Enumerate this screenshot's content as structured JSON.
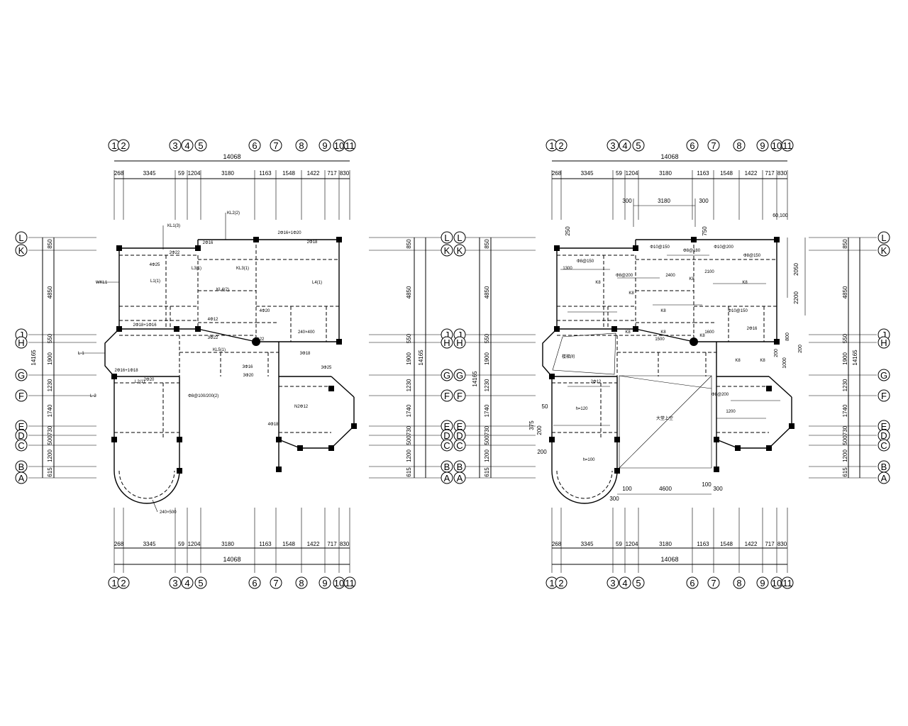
{
  "grid": {
    "col_labels": [
      "1",
      "2",
      "3",
      "4",
      "5",
      "6",
      "7",
      "8",
      "9",
      "10",
      "11"
    ],
    "col_spacing_labels": [
      "268",
      "3345",
      "59",
      "1204",
      "3180",
      "1163",
      "1548",
      "1422",
      "717",
      "830"
    ],
    "total_width_label": "14068",
    "row_labels": [
      "L",
      "K",
      "J",
      "H",
      "G",
      "F",
      "E",
      "D",
      "C",
      "B",
      "A"
    ],
    "row_spacing_labels": [
      "850",
      "4850",
      "550",
      "1900",
      "1230",
      "1740",
      "730",
      "500",
      "1200",
      "615"
    ],
    "total_height_label": "14165"
  },
  "left_plan": {
    "beam_labels": [
      "2Φ16",
      "2Φ16+1Φ20",
      "2Φ18",
      "3Φ16",
      "2Φ20",
      "3Φ20",
      "4Φ22",
      "4Φ20",
      "3Φ22",
      "2Φ18+1Φ16",
      "2Φ16+1Φ18",
      "4Φ25",
      "3Φ18",
      "2Φ22",
      "3Φ25",
      "4Φ18",
      "4Φ12"
    ],
    "annotations": [
      "KL1(3)",
      "KL2(2)",
      "KL3(1)",
      "L1(1)",
      "L2(1)",
      "L3(1)",
      "L4(1)",
      "KL4(2)",
      "KL5(1)",
      "WKL1",
      "L-1",
      "L-2",
      "Φ8@100/200(2)",
      "240×500",
      "240×400",
      "N2Φ12"
    ]
  },
  "right_plan": {
    "extra_dims": [
      "300",
      "3180",
      "300",
      "60,100",
      "250",
      "750",
      "2050",
      "2200",
      "800",
      "200",
      "200",
      "1000",
      "100",
      "4600",
      "100",
      "300",
      "300",
      "375",
      "200",
      "50",
      "200"
    ],
    "slab_labels": [
      "K8",
      "K8",
      "K8",
      "K8",
      "K8",
      "K8",
      "K8",
      "K8",
      "K8",
      "K8"
    ],
    "rebar_labels": [
      "Φ8@150",
      "Φ8@200",
      "Φ10@150",
      "Φ8@180",
      "Φ10@200",
      "Φ8@150",
      "Φ10@150",
      "Φ8@200",
      "1300",
      "1200",
      "2400",
      "2100",
      "1500",
      "1600",
      "h=120",
      "h=100",
      "2Φ12",
      "2Φ16"
    ],
    "room_labels": [
      "楼梯间",
      "大堂上空"
    ]
  },
  "colors": {
    "ink": "#000000",
    "paper": "#ffffff"
  }
}
